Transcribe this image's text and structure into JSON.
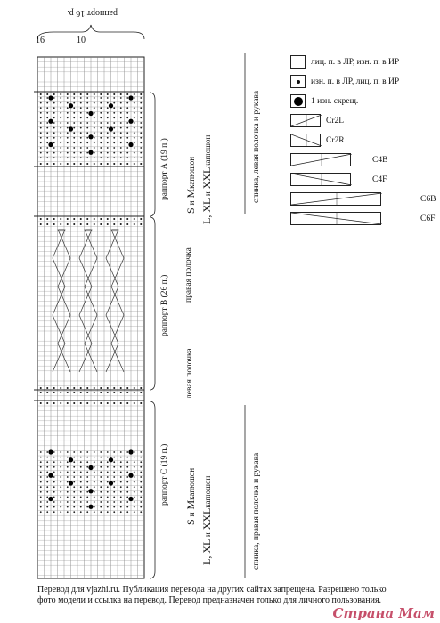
{
  "chart_header": {
    "repeat_16": "раппорт 16 р.",
    "col_16": "16",
    "col_10": "10"
  },
  "sections": {
    "a": {
      "repeat": "раппорт А (19 п.)",
      "size_s": "S",
      "size_m": "M",
      "and1": "и",
      "hood1": "капюшон",
      "size_lxl": "L, XL",
      "and2": "и",
      "size_xxl": "XXL",
      "hood2": "капюшон"
    },
    "b": {
      "repeat": "раппорт B (26 п.)",
      "right_front": "правая полочка",
      "left_front": "левая полочка"
    },
    "c": {
      "repeat": "раппорт С (19 п.)",
      "size_s": "S",
      "size_m": "M",
      "and1": "и",
      "hood1": "капюшон",
      "size_lxl": "L, XL",
      "and2": "и",
      "size_xxl": "XXL",
      "hood2": "капюшон"
    }
  },
  "side_labels": {
    "top": "спинка, левая полочка и рукава",
    "bottom": "спинка, правая полочка и рукава"
  },
  "legend": [
    {
      "symbol": "empty-square-icon",
      "text": "лиц. п. в ЛР, изн. п. в ИР"
    },
    {
      "symbol": "dot-icon",
      "text": "изн. п. в ЛР, лиц. п. в ИР"
    },
    {
      "symbol": "big-dot-icon",
      "text": "1 изн. скрещ."
    },
    {
      "symbol": "cable-cr2l-icon",
      "text": "Cr2L"
    },
    {
      "symbol": "cable-cr2r-icon",
      "text": "Cr2R"
    },
    {
      "symbol": "cable-c4b-icon",
      "text": "C4B"
    },
    {
      "symbol": "cable-c4f-icon",
      "text": "C4F"
    },
    {
      "symbol": "cable-c6b-icon",
      "text": "C6B"
    },
    {
      "symbol": "cable-c6f-icon",
      "text": "C6F"
    }
  ],
  "footer": {
    "line1": "Перевод для vjazhi.ru. Публикация перевода на других сайтах запрещена. Разрешено только",
    "line2": "фото модели и ссылка на перевод. Перевод предназначен только для личного пользования."
  },
  "watermark": "Страна Мам",
  "colors": {
    "ink": "#111111",
    "grid": "#555555",
    "watermark": "#c03d5a"
  }
}
